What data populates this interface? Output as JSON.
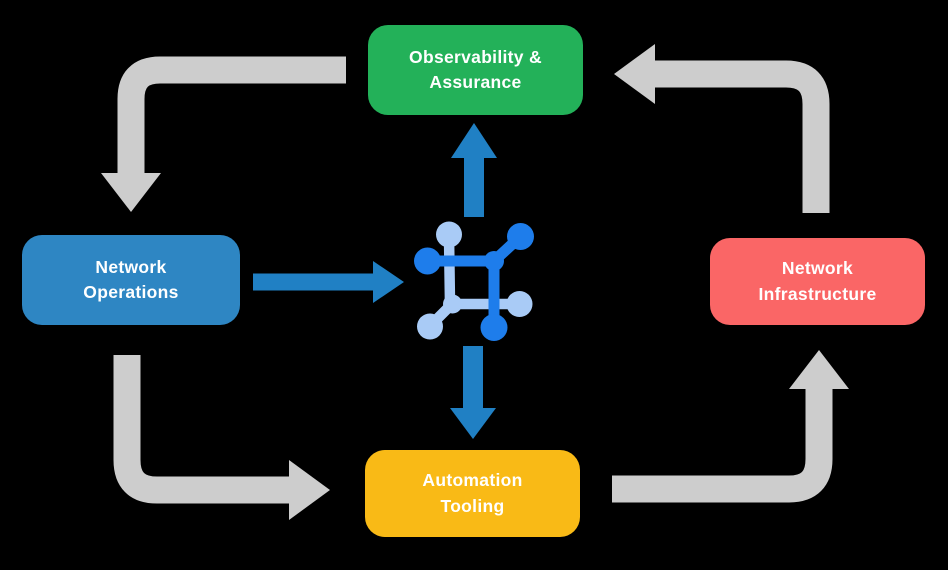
{
  "colors": {
    "background": "#000000",
    "text": "#FFFFFF",
    "green": "#23B159",
    "blue": "#2E86C3",
    "red": "#FA6666",
    "yellow": "#F9BA16",
    "arrow_gray": "#CDCDCD",
    "arrow_blue": "#2080C4",
    "icon_dark": "#1E7DEB",
    "icon_light": "#A9CBF6"
  },
  "nodes": {
    "observability": {
      "label": "Observability &\nAssurance",
      "color": "#23B159"
    },
    "operations": {
      "label": "Network\nOperations",
      "color": "#2E86C3"
    },
    "infrastructure": {
      "label": "Network\nInfrastructure",
      "color": "#FA6666"
    },
    "automation": {
      "label": "Automation\nTooling",
      "color": "#F9BA16"
    }
  },
  "icons": {
    "center": "network-mesh-icon"
  },
  "edges": [
    {
      "from": "observability-assurance",
      "to": "network-operations",
      "style": "gray-elbow"
    },
    {
      "from": "network-operations",
      "to": "automation-tooling",
      "style": "gray-elbow"
    },
    {
      "from": "automation-tooling",
      "to": "network-infrastructure",
      "style": "gray-elbow"
    },
    {
      "from": "network-infrastructure",
      "to": "observability-assurance",
      "style": "gray-elbow"
    },
    {
      "from": "network-operations",
      "to": "network-mesh-icon",
      "style": "blue-straight"
    },
    {
      "from": "network-mesh-icon",
      "to": "observability-assurance",
      "style": "blue-straight"
    },
    {
      "from": "network-mesh-icon",
      "to": "automation-tooling",
      "style": "blue-straight"
    }
  ]
}
